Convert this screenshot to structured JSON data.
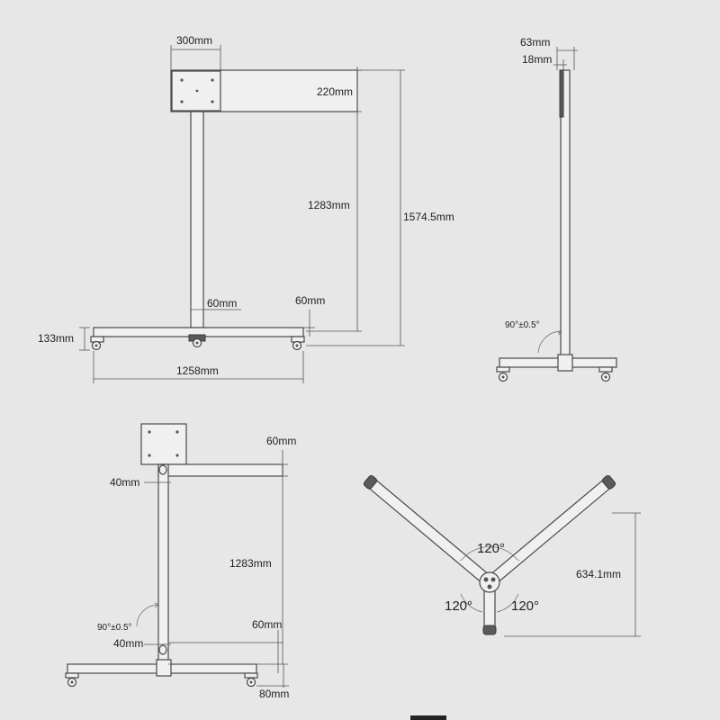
{
  "labels": {
    "front_width_top": "300mm",
    "front_panel_h": "220mm",
    "front_pole_h": "1283mm",
    "front_total_h": "1574.5mm",
    "front_pole_w": "60mm",
    "front_base_h": "60mm",
    "front_wheel_h": "133mm",
    "front_base_w": "1258mm",
    "side_depth": "63mm",
    "side_thick": "18mm",
    "side_angle": "90°±0.5°",
    "back_arm_h": "60mm",
    "back_pole_w": "40mm",
    "back_pole_h": "1283mm",
    "back_angle": "90°±0.5°",
    "back_pole_w2": "40mm",
    "back_base_h": "60mm",
    "back_wheel_h": "80mm",
    "top_angle_1": "120°",
    "top_angle_2": "120°",
    "top_angle_3": "120°",
    "top_span": "634.1mm"
  }
}
